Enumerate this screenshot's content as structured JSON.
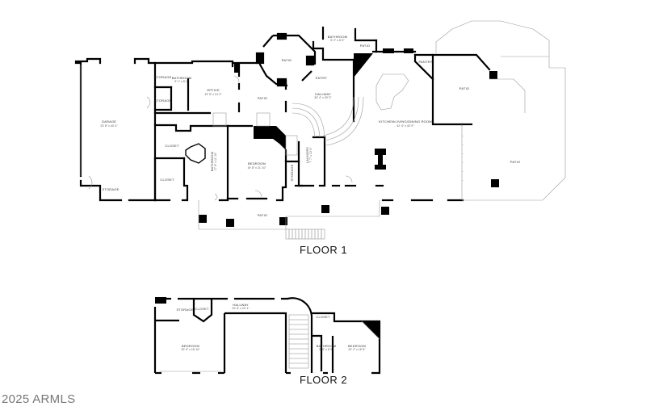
{
  "floor1": {
    "title": "FLOOR 1",
    "rooms": {
      "garage": {
        "name": "GARAGE",
        "dim": "23' 8\" x 40' 4\""
      },
      "storage_garage": {
        "name": "STORAGE"
      },
      "storage_1": {
        "name": "STORAGE"
      },
      "storage_2": {
        "name": "STORAGE"
      },
      "bathroom_small": {
        "name": "BATHROOM",
        "dim": "5' 1\" x 5' 2\""
      },
      "office": {
        "name": "OFFICE",
        "dim": "19' 5\" x 14' 2\""
      },
      "patio_center": {
        "name": "PATIO"
      },
      "patio_round": {
        "name": "PATIO"
      },
      "bathroom_top": {
        "name": "BATHROOM",
        "dim": "5' 2\" x 6' 5\""
      },
      "patio_top_right": {
        "name": "PATIO"
      },
      "storage_hall": {
        "name": "STORAGE"
      },
      "entry": {
        "name": "ENTRY"
      },
      "hallway": {
        "name": "HALLWAY",
        "dim": "30' 4\" x 29' 3\""
      },
      "pantry": {
        "name": "PANTRY"
      },
      "patio_east": {
        "name": "PATIO"
      },
      "kitchen": {
        "name": "KITCHEN/LIVING/DINING ROOM",
        "dim": "42' 4\" x 43' 9\""
      },
      "closet_1": {
        "name": "CLOSET"
      },
      "closet_2": {
        "name": "CLOSET"
      },
      "bathroom_master": {
        "name": "BATHROOM",
        "dim": "17' 6\" x 11' 10\""
      },
      "bedroom": {
        "name": "BEDROOM",
        "dim": "19' 8\" x 21' 10\""
      },
      "storage_3": {
        "name": "STORAGE"
      },
      "laundry": {
        "name": "LAUNDRY",
        "dim": "7' 7\" x 13' 4\""
      },
      "patio_south": {
        "name": "PATIO"
      },
      "patio_big": {
        "name": "PATIO"
      }
    }
  },
  "floor2": {
    "title": "FLOOR 2",
    "rooms": {
      "storage": {
        "name": "STORAGE"
      },
      "closet_a": {
        "name": "CLOSET"
      },
      "hallway": {
        "name": "HALLWAY",
        "dim": "20' 6\" x 23' 1\""
      },
      "bedroom_west": {
        "name": "BEDROOM",
        "dim": "20' 9\" x 16' 10\""
      },
      "closet_b": {
        "name": "CLOSET"
      },
      "bathroom": {
        "name": "BATHROOM",
        "dim": "5' 5\" x 6' 5\""
      },
      "bedroom_east": {
        "name": "BEDROOM",
        "dim": "20' 2\" x 15' 5\""
      }
    }
  },
  "watermark": "2025 ARMLS"
}
